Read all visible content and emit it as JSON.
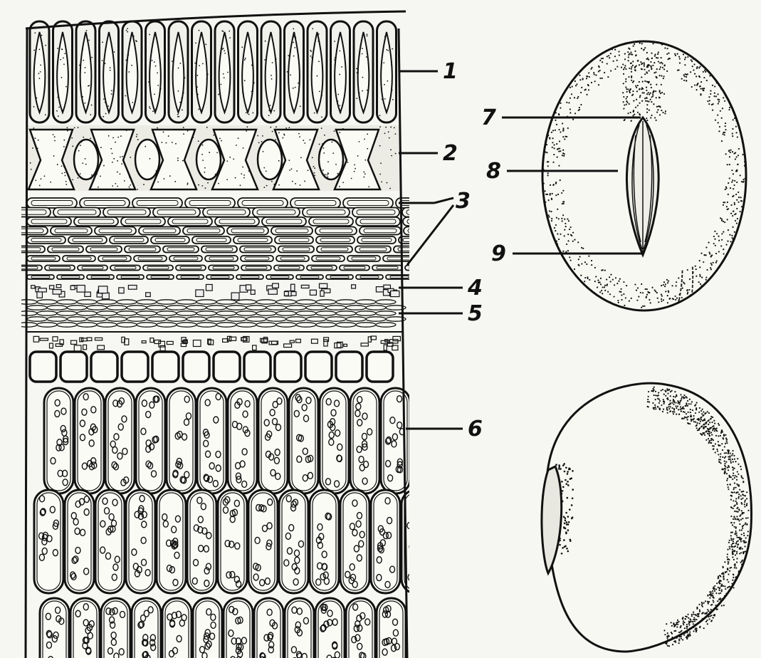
{
  "figure": {
    "labels": [
      {
        "id": "1",
        "text": "1"
      },
      {
        "id": "2",
        "text": "2"
      },
      {
        "id": "3",
        "text": "3"
      },
      {
        "id": "4",
        "text": "4"
      },
      {
        "id": "5",
        "text": "5"
      },
      {
        "id": "6",
        "text": "6"
      },
      {
        "id": "7",
        "text": "7"
      },
      {
        "id": "8",
        "text": "8"
      },
      {
        "id": "9",
        "text": "9"
      }
    ]
  },
  "colors": {
    "ink": "#111111",
    "paper": "#f6f6f2"
  }
}
